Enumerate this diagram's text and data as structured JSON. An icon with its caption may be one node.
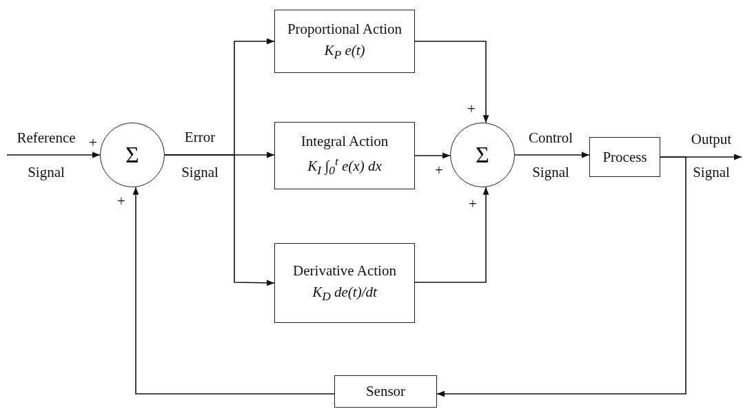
{
  "diagram": {
    "nodes": [
      {
        "text": [
          "Σ"
        ]
      },
      {
        "text": [
          "Proportional Action",
          "K$_{P}$ e(t)"
        ]
      },
      {
        "text": [
          "Integral Action",
          "K$_{I}$ ∫$_{0}$$^{t}$ e(x) dx"
        ]
      },
      {
        "text": [
          "Derivative Action",
          "K$_{D}$ de(t)/dt"
        ]
      },
      {
        "text": [
          "Σ"
        ]
      },
      {
        "text": [
          "Process"
        ]
      },
      {
        "text": [
          "Sensor"
        ]
      }
    ],
    "edges": [
      {
        "from": null,
        "to": 0,
        "arrow": "to"
      },
      {
        "from": 0,
        "to": 1,
        "arrow": "to"
      },
      {
        "from": 0,
        "to": 2,
        "arrow": "to"
      },
      {
        "from": 0,
        "to": 3,
        "arrow": "to"
      },
      {
        "from": 1,
        "to": 4,
        "arrow": "to"
      },
      {
        "from": 2,
        "to": 4,
        "arrow": "to"
      },
      {
        "from": 3,
        "to": 4,
        "arrow": "to"
      },
      {
        "from": 4,
        "to": 5,
        "arrow": "to"
      },
      {
        "from": 5,
        "to": null,
        "arrow": "to"
      },
      {
        "from": 5,
        "to": 6,
        "arrow": "to"
      },
      {
        "from": 6,
        "to": 0,
        "arrow": "to"
      }
    ],
    "labels": [
      "+",
      "Reference",
      "+",
      "Error",
      "Control",
      "Output",
      "Signal",
      "Signal",
      "+",
      "Signal",
      "Signal",
      "+",
      "+"
    ]
  }
}
